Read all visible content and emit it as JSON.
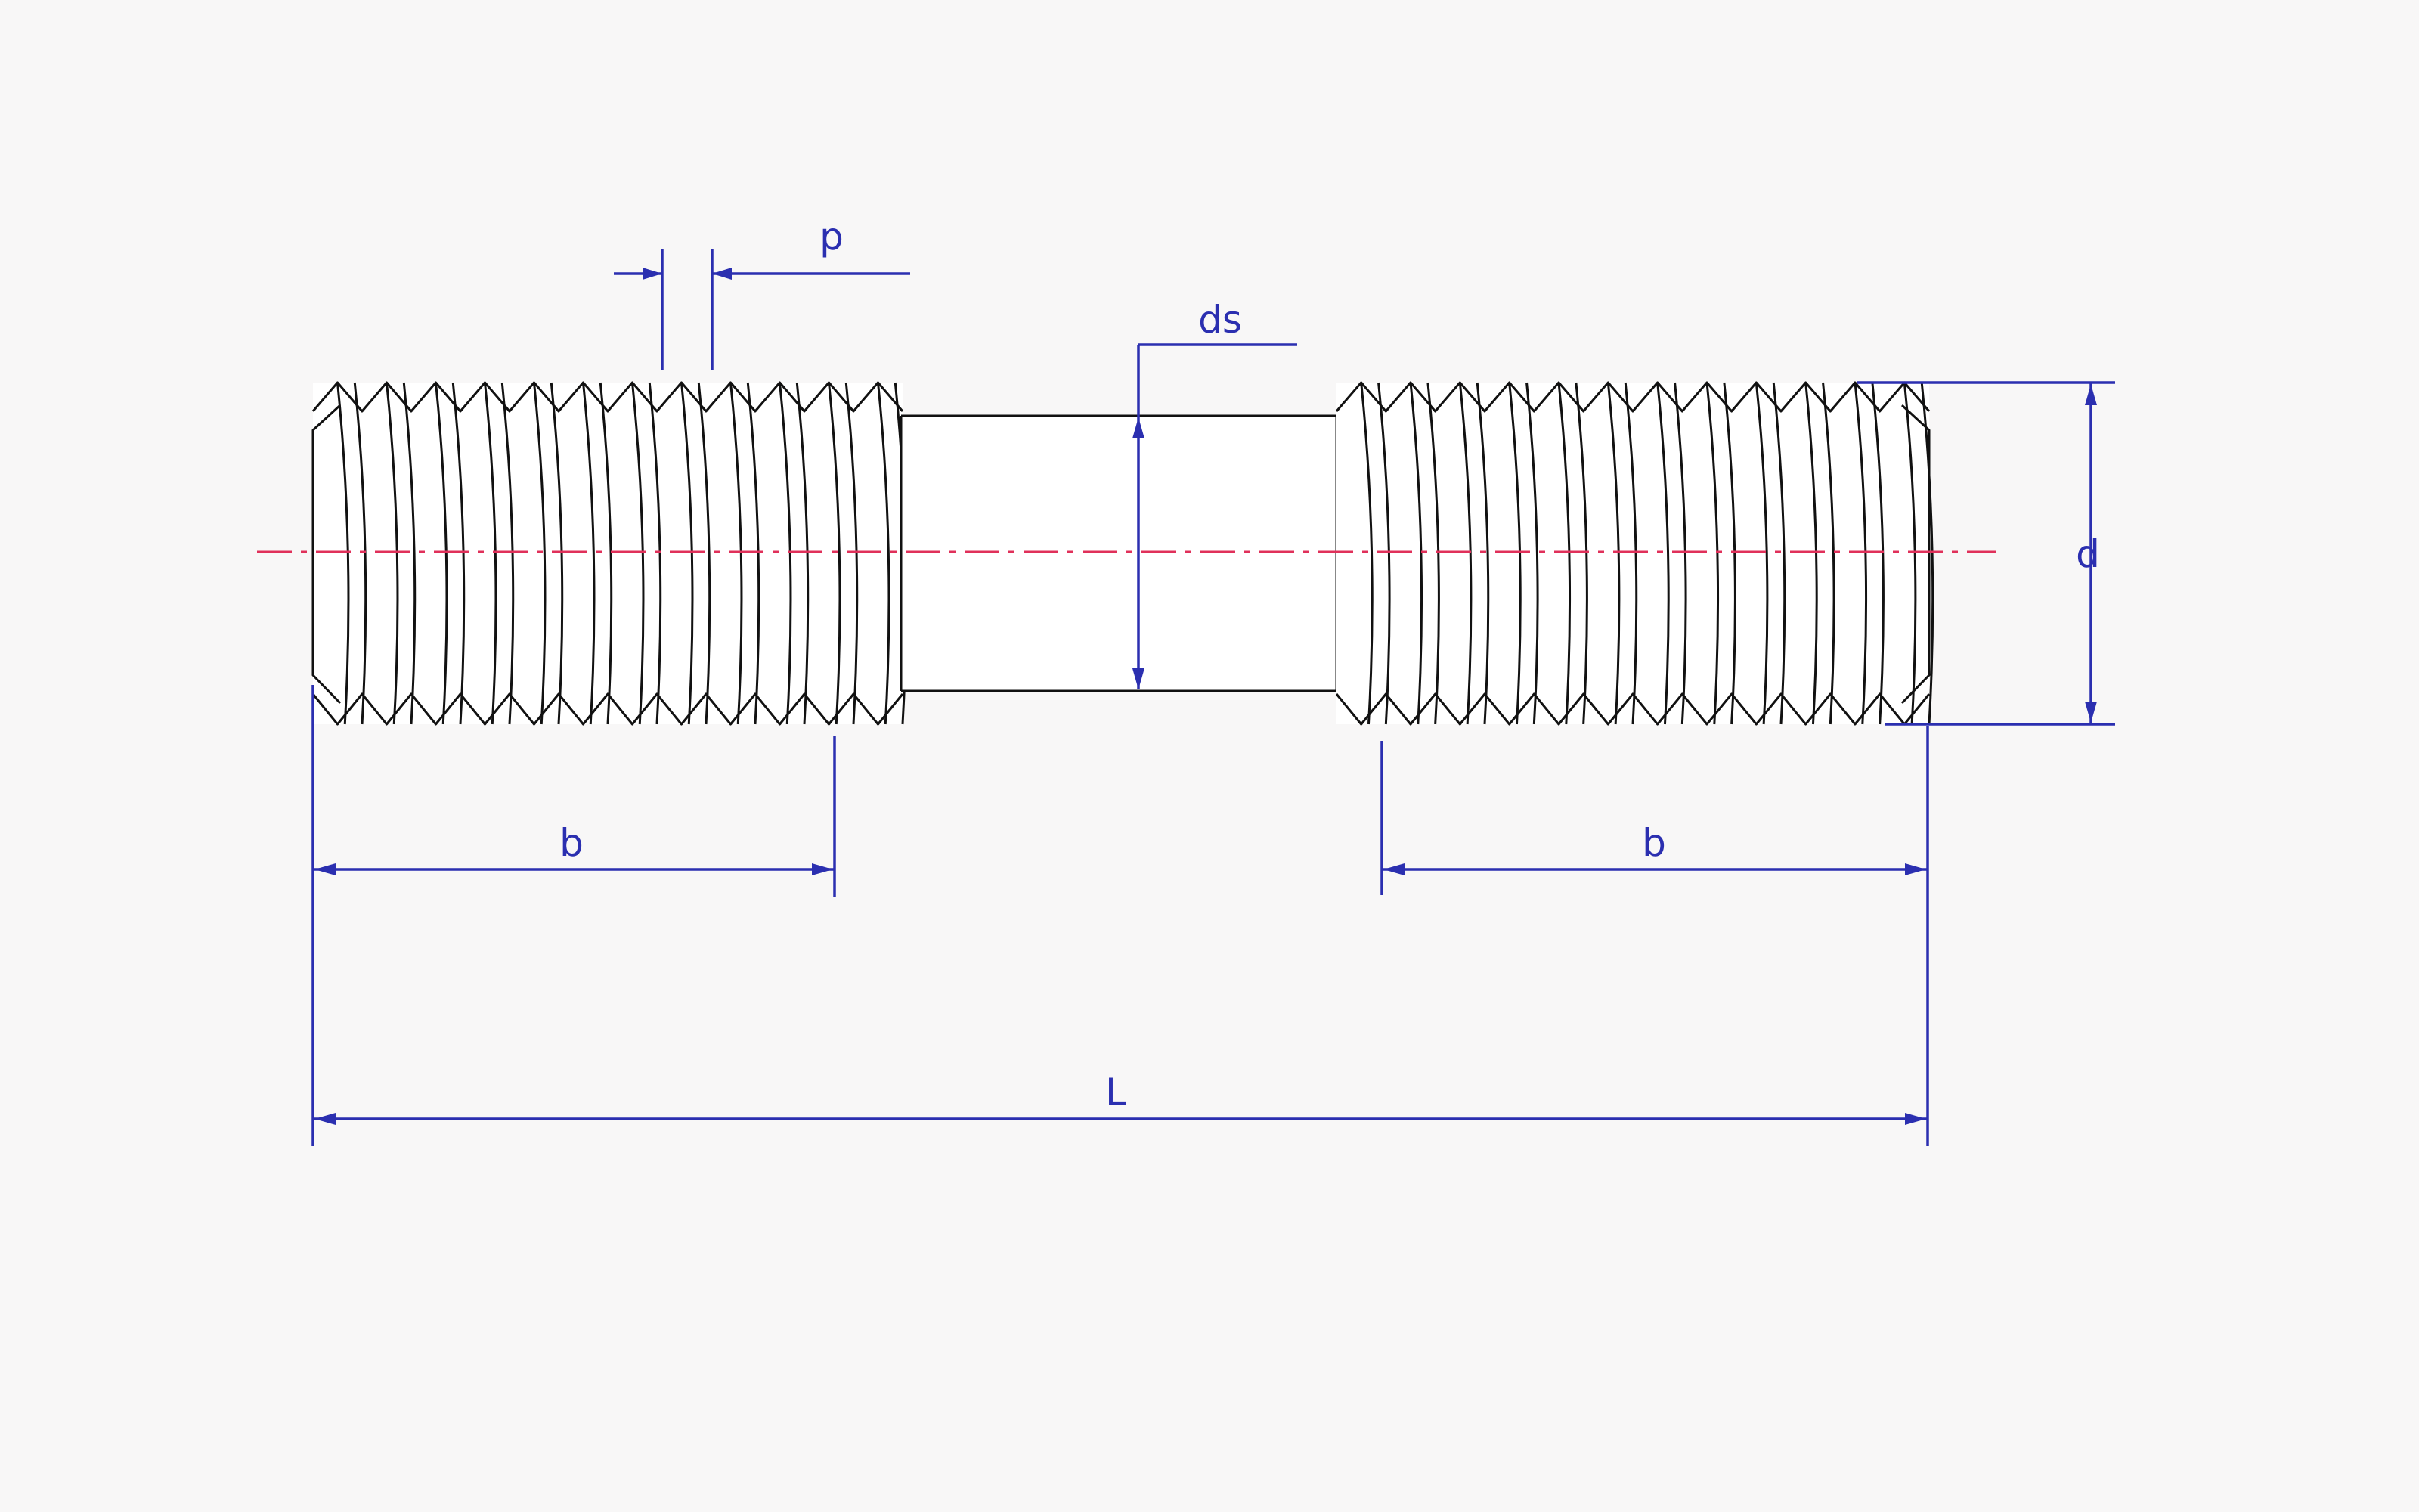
{
  "drawing": {
    "labels": {
      "pitch": "p",
      "shank_diameter": "ds",
      "major_diameter": "d",
      "thread_length_left": "b",
      "thread_length_right": "b",
      "total_length": "L"
    },
    "colors": {
      "dimension": "#2b2fb0",
      "centerline": "#e0305a",
      "outline": "#111111",
      "background": "#f8f7f7"
    }
  }
}
